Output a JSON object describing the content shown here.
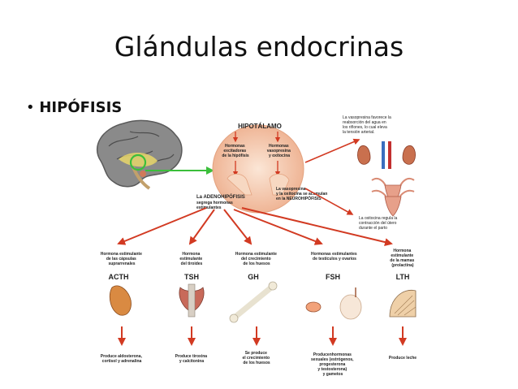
{
  "slide": {
    "title": "Glándulas endocrinas",
    "bullet_marker": "•",
    "bullet_text": "HIPÓFISIS"
  },
  "diagram": {
    "hipotalamo": "HIPOTÁLAMO",
    "h_excitadoras": [
      "Hormonas",
      "excitadoras",
      "de la hipófisis"
    ],
    "h_vasopresina": [
      "Hormonas",
      "vasopresina",
      "y oxitocina"
    ],
    "acumulan": [
      "La vasopresina",
      "y la oxitocina se acumulan",
      "en la NEUROHIPÓFISIS"
    ],
    "adenohipofisis": [
      "La ADENOHIPÓFISIS",
      "segrega hormonas",
      "estimulantes"
    ],
    "vasopresina_note": [
      "La vasopresina favorece la",
      "reabsorción del agua en",
      "los riñones, lo cual eleva",
      "la tensión arterial."
    ],
    "oxitocina_note": [
      "La oxitocina regula la",
      "contracción del útero",
      "durante el parto"
    ],
    "hormones": [
      {
        "desc": [
          "Hormona estimulante",
          "de las cápsulas",
          "suprarrenales"
        ],
        "abbr": "ACTH",
        "effect": [
          "Produce aldosterona,",
          "cortisol y adrenalina"
        ]
      },
      {
        "desc": [
          "Hormona",
          "estimulante",
          "del tiroides"
        ],
        "abbr": "TSH",
        "effect": [
          "Produce tiroxina",
          "y calcitonina"
        ]
      },
      {
        "desc": [
          "Hormona estimulante",
          "del crecimiento",
          "de los huesos"
        ],
        "abbr": "GH",
        "effect": [
          "Se produce",
          "el crecimiento",
          "de los huesos"
        ]
      },
      {
        "desc": [
          "Hormonas estimulantes",
          "de testículos y ovarios"
        ],
        "abbr": "FSH",
        "effect": [
          "Producenhormonas",
          "sexuales (estrógenos,",
          "progesterona",
          "y testosterona)",
          "y gametos"
        ]
      },
      {
        "desc": [
          "Hormona",
          "estimulante",
          "de la mamas",
          "(prolactina)"
        ],
        "abbr": "LTH",
        "effect": [
          "Produce leche"
        ]
      }
    ],
    "colors": {
      "arrow": "#d23a22",
      "oval": "#f3c3a5",
      "green": "#3bbf3b"
    }
  }
}
